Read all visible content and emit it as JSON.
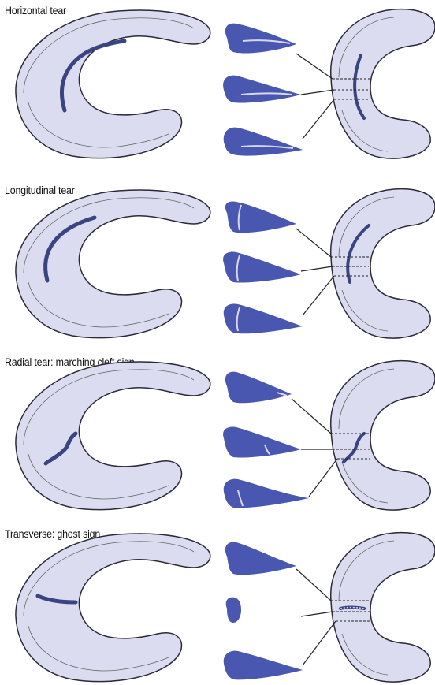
{
  "colors": {
    "meniscus_fill": "#dcdcf0",
    "meniscus_stroke": "#2a2a3a",
    "tear": "#3a4480",
    "section_fill": "#4a57b0",
    "cleft": "#d8d8ec"
  },
  "panels": [
    {
      "id": "horizontal",
      "title": "Horizontal tear"
    },
    {
      "id": "longitudinal",
      "title": "Longitudinal tear"
    },
    {
      "id": "radial",
      "title": "Radial tear: marching cleft sign"
    },
    {
      "id": "transverse",
      "title": "Transverse: ghost sign"
    }
  ]
}
